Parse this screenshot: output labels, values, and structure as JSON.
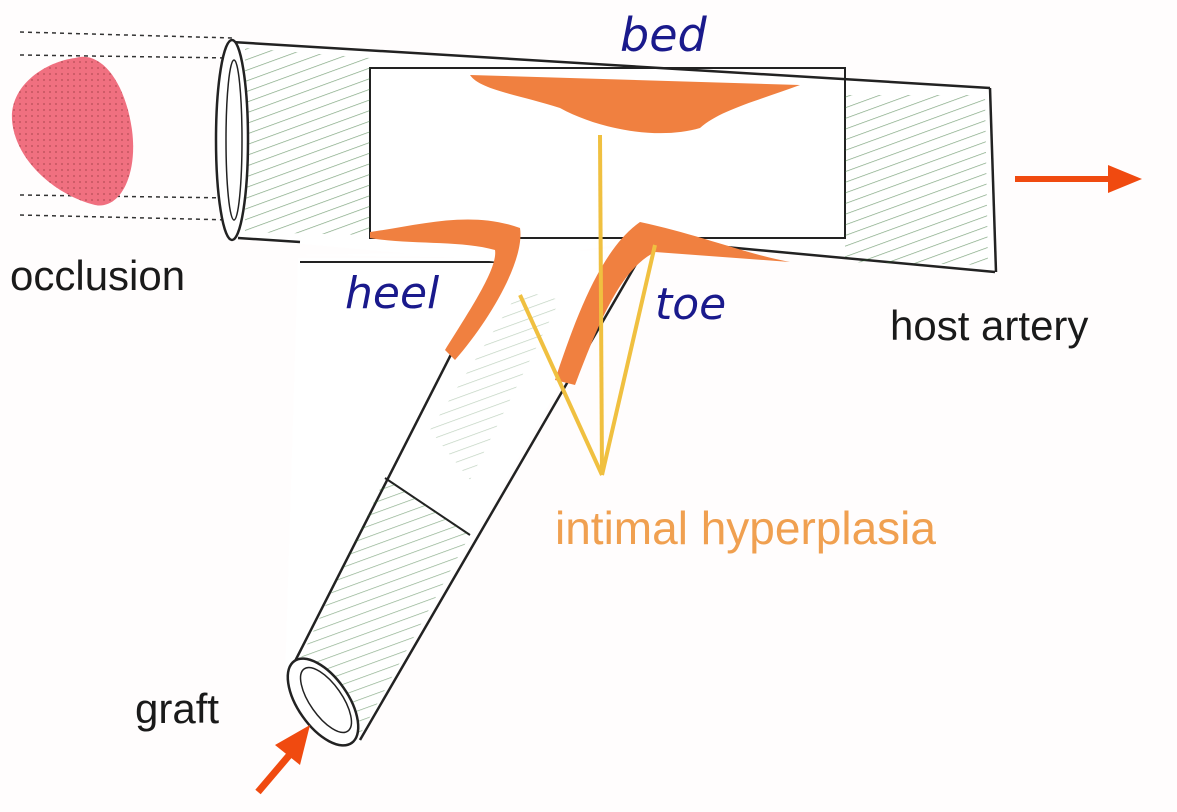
{
  "labels": {
    "bed": "bed",
    "occlusion": "occlusion",
    "heel": "heel",
    "toe": "toe",
    "host_artery": "host artery",
    "intimal_hyperplasia": "intimal hyperplasia",
    "graft": "graft"
  },
  "colors": {
    "region_label": "#1a1a8c",
    "hyperplasia": "#f08040",
    "hyperplasia_label": "#f0a050",
    "pointer_lines": "#f0c040",
    "occlusion": "#f07080",
    "arrow": "#f04a10",
    "outline": "#222222"
  }
}
